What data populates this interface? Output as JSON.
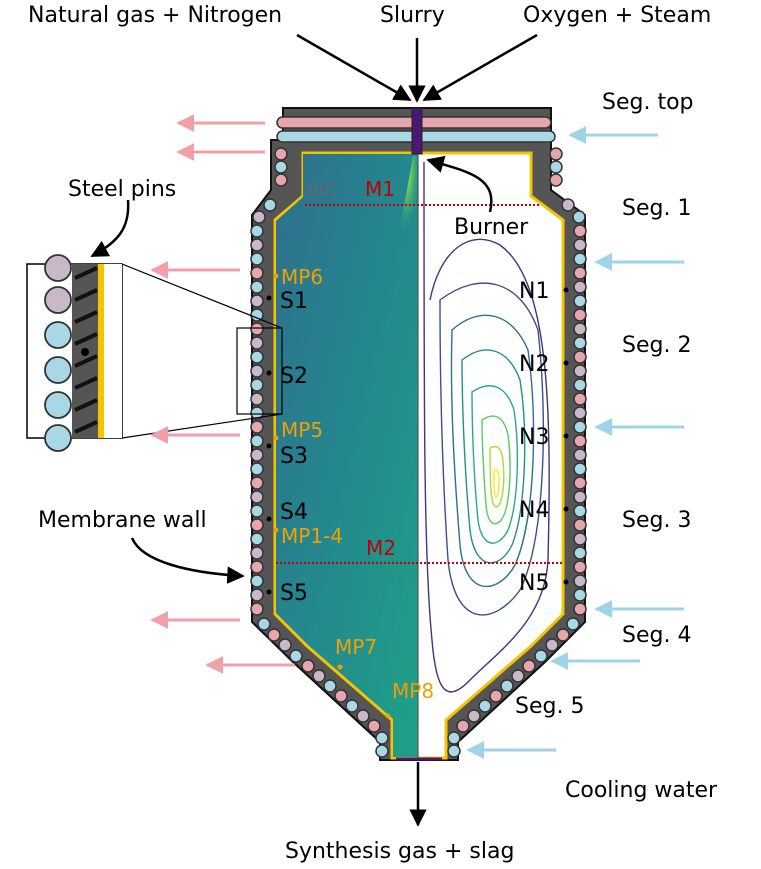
{
  "labels": {
    "natural_gas": "Natural gas + Nitrogen",
    "slurry": "Slurry",
    "oxygen": "Oxygen + Steam",
    "seg_top": "Seg. top",
    "seg1": "Seg. 1",
    "seg2": "Seg. 2",
    "seg3": "Seg. 3",
    "seg4": "Seg. 4",
    "seg5": "Seg. 5",
    "steel_pins": "Steel pins",
    "membrane_wall": "Membrane wall",
    "burner": "Burner",
    "cooling_water": "Cooling water",
    "synthesis_gas": "Synthesis gas +  slag",
    "sic": "SiC",
    "m1": "M1",
    "m2": "M2"
  },
  "measurement_points": {
    "mp6": "MP6",
    "mp5": "MP5",
    "mp14": "MP1-4",
    "mp7": "MP7",
    "mp8": "MP8"
  },
  "sensors_left": [
    "S1",
    "S2",
    "S3",
    "S4",
    "S5"
  ],
  "sensors_right": [
    "N1",
    "N2",
    "N3",
    "N4",
    "N5"
  ],
  "colors": {
    "wall": "#555555",
    "lining": "#f5c400",
    "hot_arrow": "#f0a0a8",
    "cold_arrow": "#9fd4e6",
    "measurement": "#f0a000",
    "plane": "#c00000",
    "pipe_hot": "#e7a6ad",
    "pipe_cold": "#a8d7e6",
    "pipe_mid": "#c9b9c8"
  }
}
